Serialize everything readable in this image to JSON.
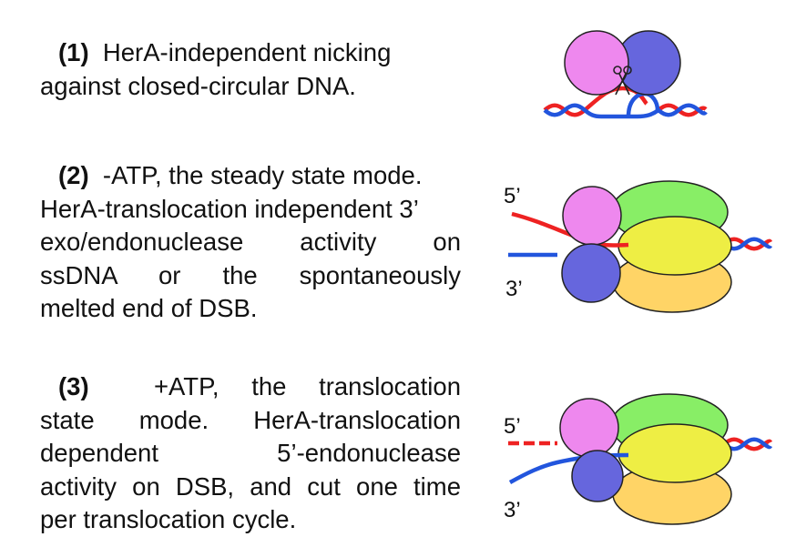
{
  "steps": [
    {
      "number": "(1)",
      "lines": [
        "HerA-independent nicking",
        "against closed-circular DNA."
      ]
    },
    {
      "number": "(2)",
      "lines": [
        "-ATP, the steady state mode.",
        "HerA-translocation independent 3’",
        "exo/endonuclease activity on",
        "ssDNA or the spontaneously",
        "melted end of DSB."
      ]
    },
    {
      "number": "(3)",
      "lines": [
        "+ATP, the translocation",
        "state mode. HerA-translocation",
        "dependent 5’-endonuclease",
        "activity on DSB, and cut one time",
        "per translocation cycle."
      ]
    }
  ],
  "diagram": {
    "label_5prime": "5’",
    "label_3prime": "3’",
    "colors": {
      "pink_subunit": "#ee88ee",
      "blue_subunit": "#6666dd",
      "green_subunit": "#88ee66",
      "yellow_subunit": "#eeee44",
      "orange_subunit": "#ffd466",
      "dna_red": "#ee2222",
      "dna_blue": "#2255dd",
      "outline": "#222222"
    },
    "icons": [
      "scissors-icon"
    ]
  }
}
